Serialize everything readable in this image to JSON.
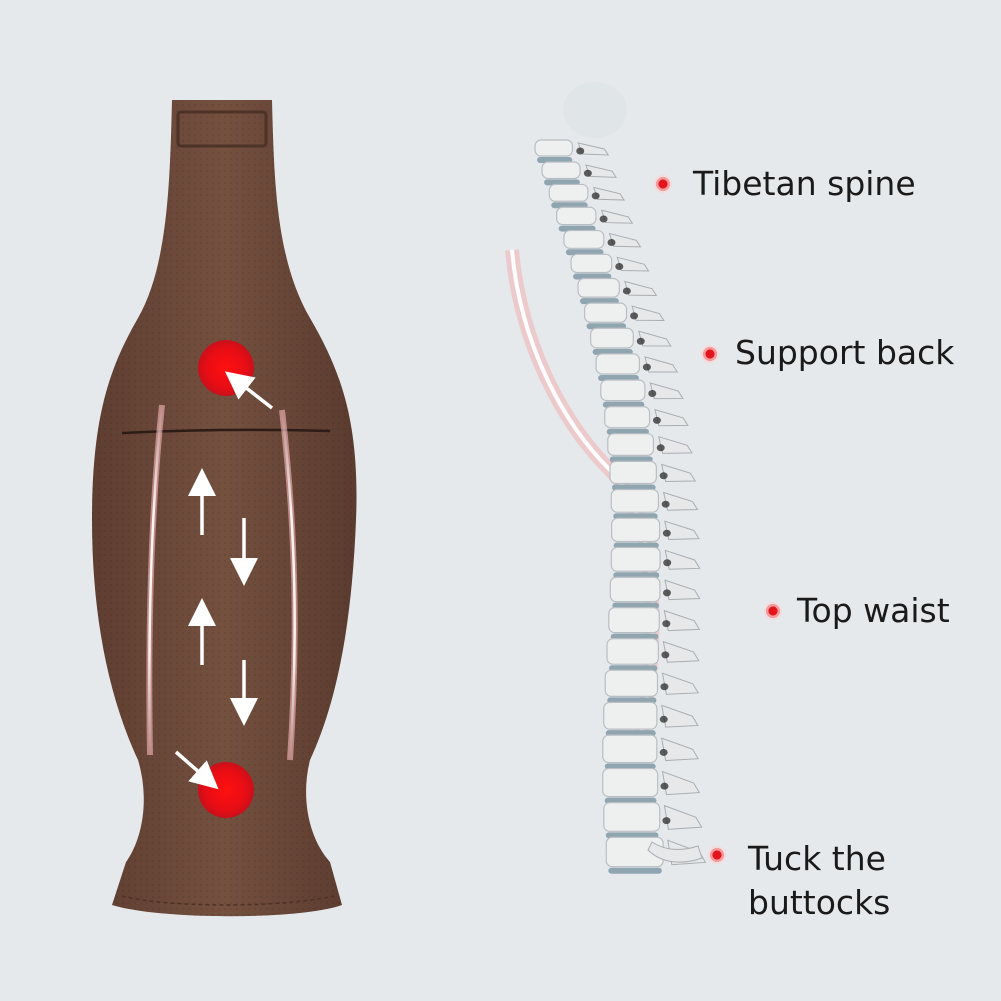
{
  "labels": {
    "tibetan_spine": "Tibetan spine",
    "support_back": "Support back",
    "top_waist": "Top waist",
    "tuck_line1": "Tuck the",
    "tuck_line2": "buttocks"
  },
  "icons": [
    "red-dot-marker-icon",
    "arrow-up-icon",
    "arrow-down-icon",
    "diagonal-arrow-icon",
    "spine-illustration",
    "cushion-illustration"
  ],
  "colors": {
    "background": "#e6e9ec",
    "cushion": "#6e4a3a",
    "accent_red": "#e3141c",
    "bone": "#eeefef",
    "disc": "#8fa6b1"
  }
}
